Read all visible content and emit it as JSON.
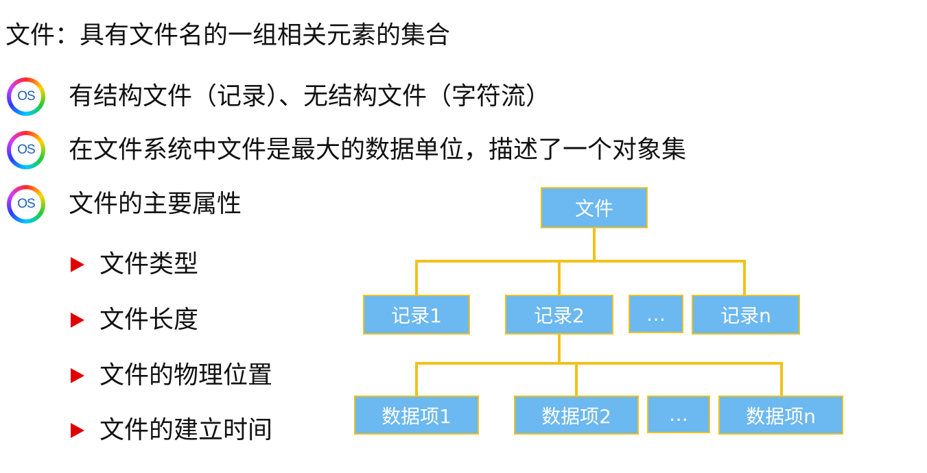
{
  "title": "文件：具有文件名的一组相关元素的集合",
  "os_badge_label": "OS",
  "bullets": [
    "有结构文件（记录）、无结构文件（字符流）",
    "在文件系统中文件是最大的数据单位，描述了一个对象集",
    "文件的主要属性"
  ],
  "sub_bullets": [
    "文件类型",
    "文件长度",
    "文件的物理位置",
    "文件的建立时间"
  ],
  "tree": {
    "root": "文件",
    "records": [
      "记录1",
      "记录2",
      "…",
      "记录n"
    ],
    "data_items": [
      "数据项1",
      "数据项2",
      "…",
      "数据项n"
    ]
  },
  "colors": {
    "node_fill": "#6cb8f0",
    "node_border": "#f2c11a",
    "connector": "#f2c11a",
    "arrow": "#e00000",
    "text": "#111111"
  }
}
